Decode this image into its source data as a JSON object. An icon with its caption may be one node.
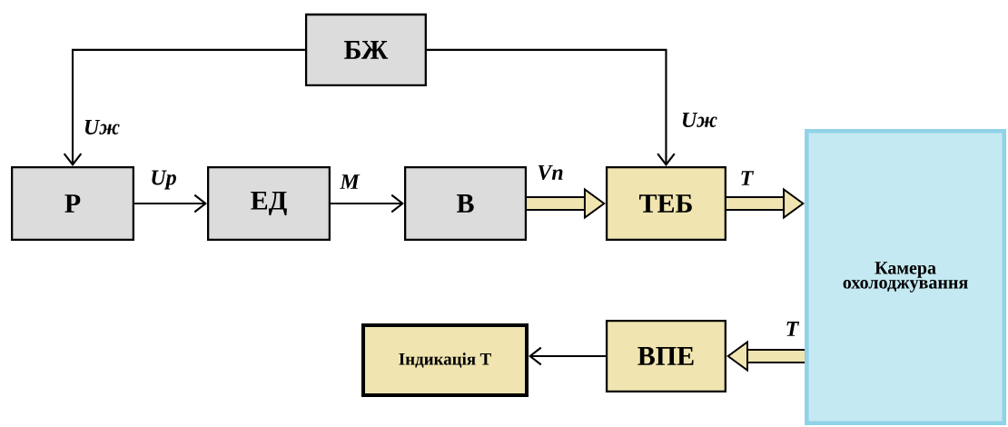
{
  "diagram": {
    "nodes": [
      {
        "text": [
          "БЖ"
        ]
      },
      {
        "text": [
          "Р"
        ]
      },
      {
        "text": [
          "ЕД"
        ]
      },
      {
        "text": [
          "В"
        ]
      },
      {
        "text": [
          "ТЕБ"
        ]
      },
      {
        "text": [
          "Камера охолоджування"
        ]
      },
      {
        "text": [
          "Індикація Т"
        ]
      },
      {
        "text": [
          "ВПЕ"
        ]
      }
    ],
    "edges": [
      {
        "from": 0,
        "to": 1,
        "arrow": "to",
        "label": "Uж"
      },
      {
        "from": 0,
        "to": 4,
        "arrow": "to",
        "label": "Uж"
      },
      {
        "from": 1,
        "to": 2,
        "arrow": "to",
        "label": "Up"
      },
      {
        "from": 2,
        "to": 3,
        "arrow": "to",
        "label": "M"
      },
      {
        "from": 3,
        "to": 4,
        "arrow": "to",
        "label": "Vn",
        "style": "thick"
      },
      {
        "from": 4,
        "to": 5,
        "arrow": "to",
        "label": "T",
        "style": "thick"
      },
      {
        "from": 5,
        "to": 7,
        "arrow": "to",
        "label": "T",
        "style": "thick"
      },
      {
        "from": 7,
        "to": 6,
        "arrow": "to"
      }
    ]
  }
}
